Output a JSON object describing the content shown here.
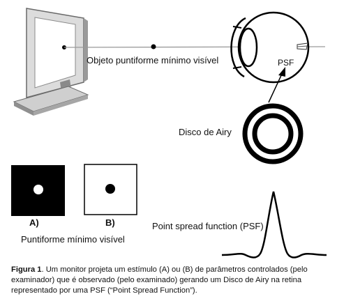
{
  "labels": {
    "objeto": "Objeto puntiforme mínimo visível",
    "psf": "PSF",
    "disco": "Disco de Airy",
    "a": "A)",
    "b": "B)",
    "puntiforme": "Puntiforme mínimo visível",
    "psf_function": "Point spread function (PSF)"
  },
  "caption": {
    "prefix": "Figura 1",
    "text": ". Um monitor projeta um estímulo (A) ou (B) de parâmetros controlados (pelo examinador) que é observado (pelo examinado) gerando um Disco de Airy na retina representado por uma PSF (“Point Spread Function”)."
  }
}
